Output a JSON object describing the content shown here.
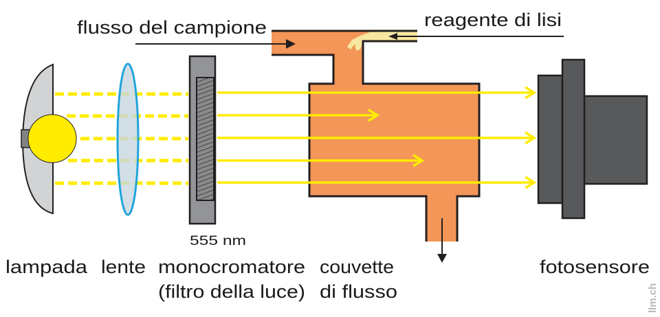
{
  "labels": {
    "sample_flow": "flusso del campione",
    "lysis_reagent": "reagente di lisi",
    "wavelength": "555 nm",
    "lamp": "lampada",
    "lens": "lente",
    "monochromator": "monocromatore",
    "monochromator_sub": "(filtro della luce)",
    "cuvette": "couvette",
    "cuvette_sub": "di flusso",
    "photosensor": "fotosensore"
  },
  "watermark": "llm.ch",
  "colors": {
    "light": "#ffec00",
    "sample": "#f39657",
    "reagent": "#f8e7a0",
    "lens": "#21a4dc",
    "sensor": "#58595b"
  }
}
